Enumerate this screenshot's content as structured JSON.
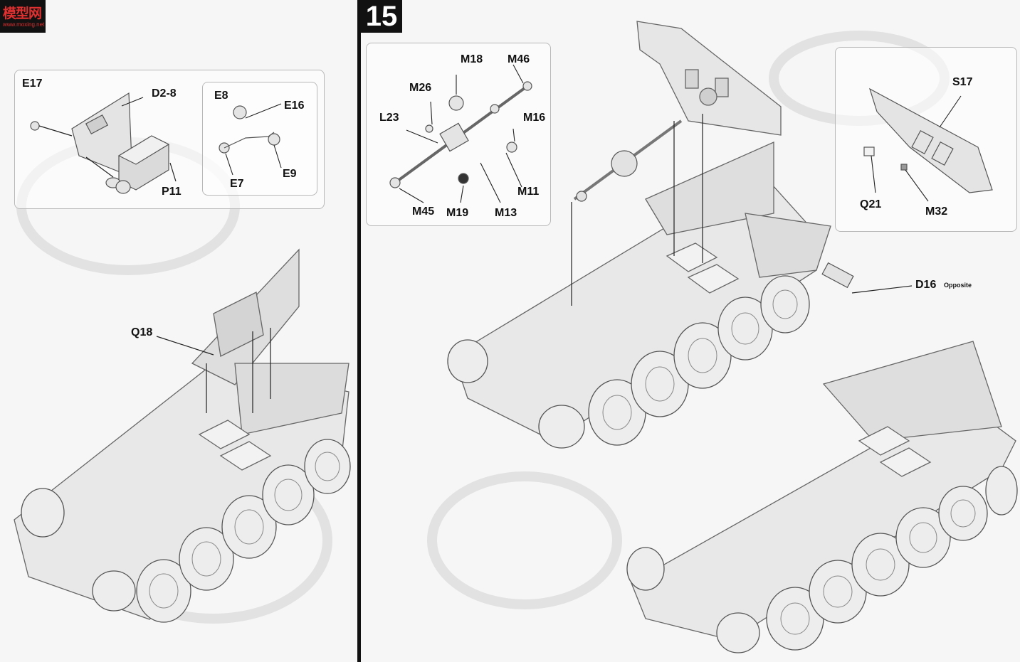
{
  "logo": {
    "text": "模型网",
    "url": "www.moxing.net"
  },
  "step": {
    "number": "15"
  },
  "left_page": {
    "inset_a_labels": [
      "E17",
      "D2-8",
      "P11"
    ],
    "inset_b_labels": [
      "E8",
      "E16",
      "E7",
      "E9"
    ],
    "main_labels": [
      "Q18"
    ]
  },
  "right_page": {
    "inset_main_labels": [
      "M18",
      "M46",
      "M26",
      "L23",
      "M16",
      "M45",
      "M19",
      "M13",
      "M11"
    ],
    "inset_side_labels": [
      "S17",
      "Q21",
      "M32"
    ],
    "callout": {
      "part": "D16",
      "note": "Opposite"
    }
  }
}
